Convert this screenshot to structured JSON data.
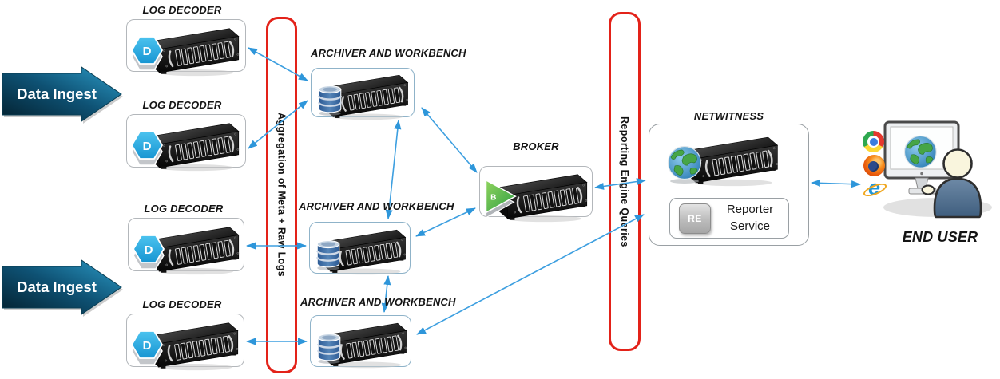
{
  "canvas": {
    "background": "#ffffff"
  },
  "colors": {
    "connector": "#2e96da",
    "pipe_border": "#e32219",
    "archiver_border": "#8fb3c9",
    "ingest_dark": "#03202e",
    "ingest_light": "#2c9cc8"
  },
  "ingest_arrows": [
    {
      "label": "Data Ingest"
    },
    {
      "label": "Data Ingest"
    }
  ],
  "log_decoders": [
    {
      "label": "LOG DECODER"
    },
    {
      "label": "LOG DECODER"
    },
    {
      "label": "LOG DECODER"
    },
    {
      "label": "LOG DECODER"
    }
  ],
  "archivers": [
    {
      "label": "ARCHIVER AND WORKBENCH"
    },
    {
      "label": "ARCHIVER AND WORKBENCH"
    },
    {
      "label": "ARCHIVER AND WORKBENCH"
    }
  ],
  "pipes": [
    {
      "label": "Aggregation of Meta + Raw Logs"
    },
    {
      "label": "Reporting Engine Queries"
    }
  ],
  "broker": {
    "label": "BROKER"
  },
  "netwitness": {
    "label": "NETWITNESS",
    "reporter_service": {
      "label": "Reporter Service"
    }
  },
  "end_user": {
    "label": "END USER",
    "browsers": [
      "chrome-icon",
      "firefox-icon",
      "ie-icon"
    ]
  },
  "badges": {
    "decoder": "D",
    "broker": "B",
    "reporter": "RE",
    "ie": "e"
  },
  "connections": [
    {
      "from": "log-decoder-1",
      "to": "archiver-1"
    },
    {
      "from": "log-decoder-2",
      "to": "archiver-1"
    },
    {
      "from": "log-decoder-3",
      "to": "archiver-2"
    },
    {
      "from": "log-decoder-4",
      "to": "archiver-3"
    },
    {
      "from": "archiver-1",
      "to": "archiver-2"
    },
    {
      "from": "archiver-1",
      "to": "broker"
    },
    {
      "from": "archiver-2",
      "to": "broker"
    },
    {
      "from": "archiver-2",
      "to": "archiver-3"
    },
    {
      "from": "broker",
      "to": "netwitness"
    },
    {
      "from": "archiver-3",
      "to": "netwitness"
    },
    {
      "from": "netwitness",
      "to": "end-user"
    }
  ]
}
